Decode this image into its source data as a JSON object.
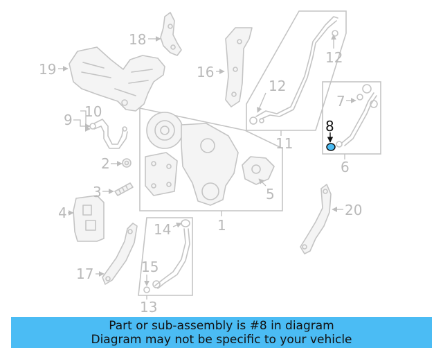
{
  "callouts": [
    "19",
    "18",
    "16",
    "12",
    "12",
    "8",
    "7",
    "6",
    "11",
    "10",
    "9",
    "2",
    "3",
    "4",
    "5",
    "1",
    "14",
    "15",
    "17",
    "13",
    "20"
  ],
  "highlight_color": "#4bbcf4",
  "banner": {
    "line1": "Part or sub-assembly is #8 in diagram",
    "line2": "Diagram may not be specific to your vehicle"
  }
}
